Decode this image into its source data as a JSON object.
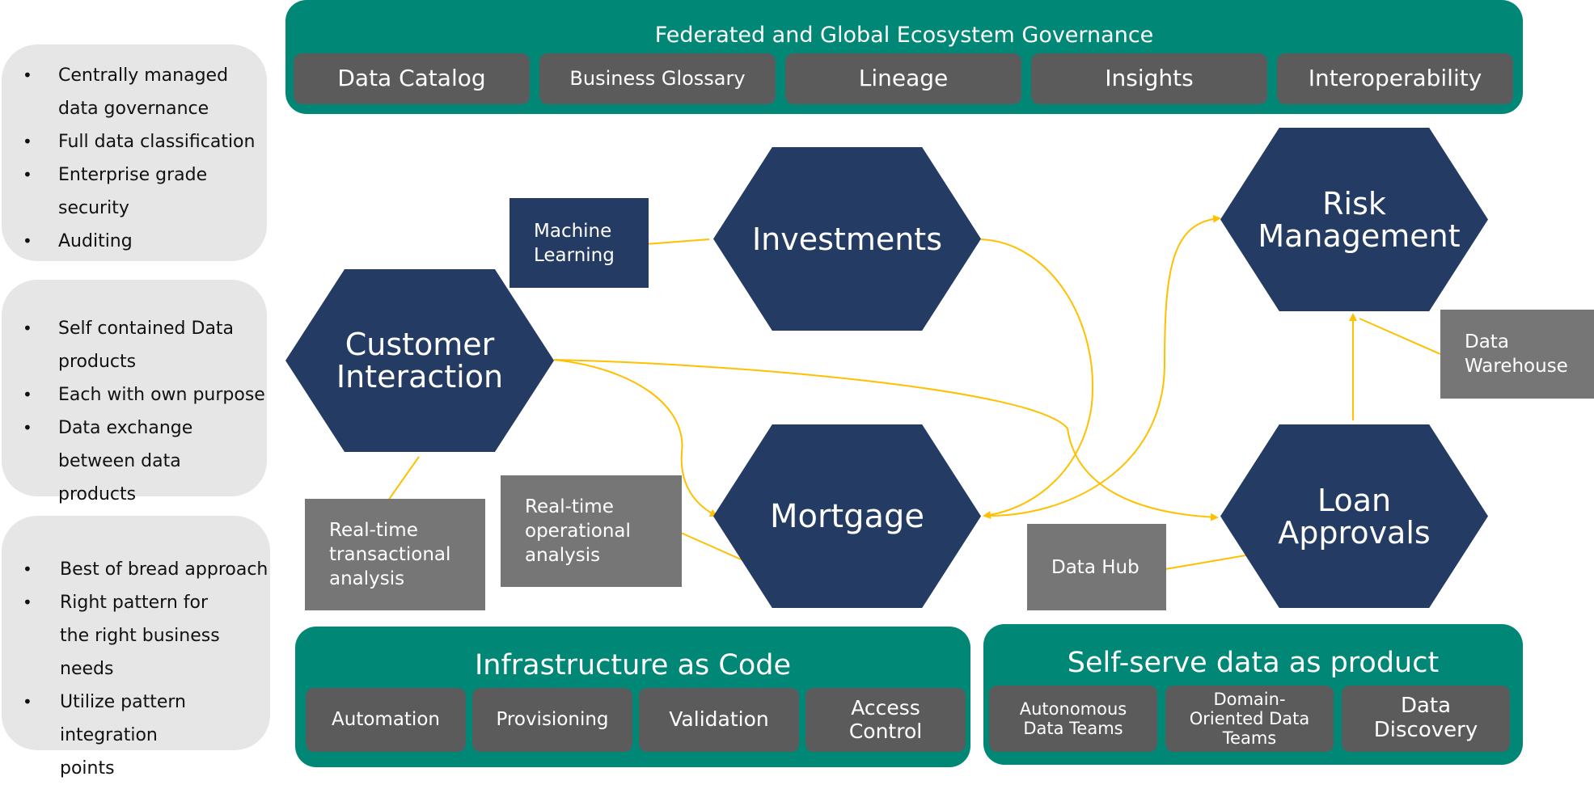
{
  "left_panels": [
    {
      "items": [
        "Centrally managed data governance",
        "Full data classification",
        "Enterprise grade security",
        "Auditing"
      ]
    },
    {
      "items": [
        "Self contained Data products",
        "Each with own purpose",
        "Data exchange between data products"
      ]
    },
    {
      "items": [
        "Best of bread approach",
        "Right pattern for the right business needs",
        "Utilize pattern integration points"
      ]
    }
  ],
  "governance": {
    "title": "Federated and Global Ecosystem Governance",
    "items": [
      "Data Catalog",
      "Business Glossary",
      "Lineage",
      "Insights",
      "Interoperability"
    ]
  },
  "infrastructure": {
    "title": "Infrastructure as Code",
    "items": [
      "Automation",
      "Provisioning",
      "Validation",
      "Access Control"
    ]
  },
  "self_serve": {
    "title": "Self-serve data as product",
    "items": [
      "Autonomous Data Teams",
      "Domain-Oriented Data Teams",
      "Data Discovery"
    ]
  },
  "domains": {
    "customer_interaction": "Customer Interaction",
    "investments": "Investments",
    "mortgage": "Mortgage",
    "risk_management": "Risk Management",
    "loan_approvals": "Loan Approvals"
  },
  "sources": {
    "machine_learning": "Machine Learning",
    "realtime_transactional": "Real-time transactional analysis",
    "realtime_operational": "Real-time operational analysis",
    "data_hub": "Data Hub",
    "data_warehouse": "Data Warehouse"
  },
  "colors": {
    "governance_green": "#018775",
    "domain_navy": "#243b63",
    "item_gray": "#5b5b5b",
    "source_gray": "#767676",
    "connector_yellow": "#ffc000",
    "panel_gray": "#e6e6e6"
  }
}
